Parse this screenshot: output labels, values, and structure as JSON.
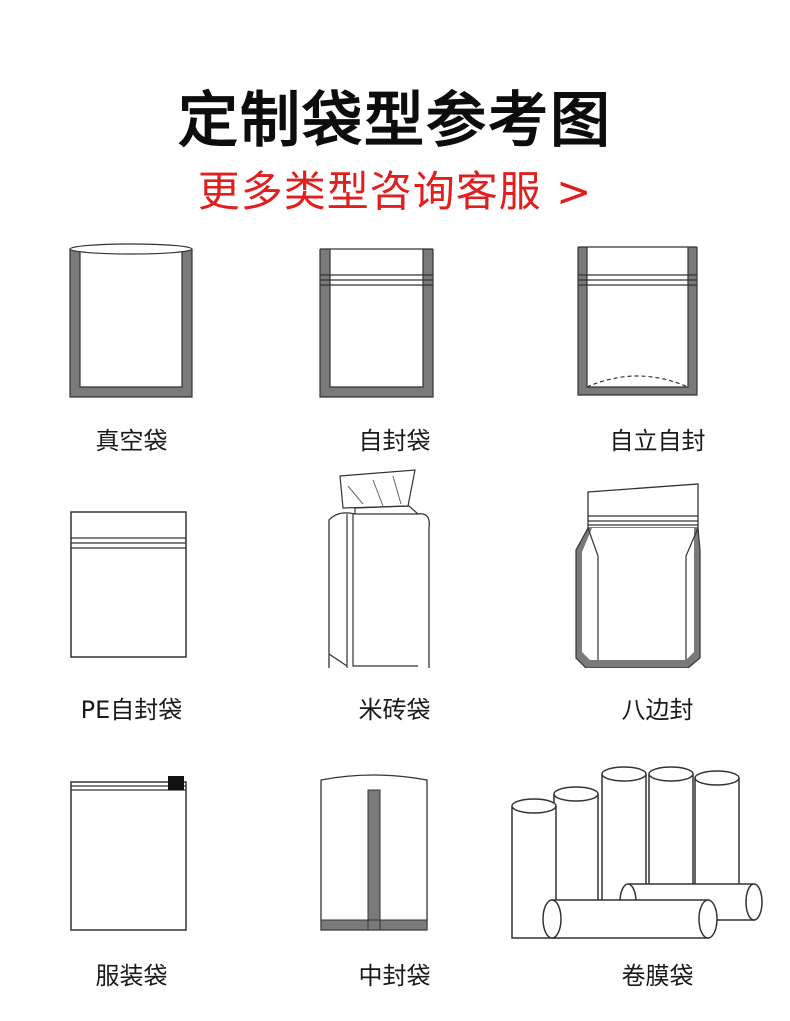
{
  "header": {
    "title": "定制袋型参考图",
    "subtitle": "更多类型咨询客服 >"
  },
  "bags": [
    {
      "label": "真空袋",
      "icon": "vacuum-bag-icon"
    },
    {
      "label": "自封袋",
      "icon": "ziplock-bag-icon"
    },
    {
      "label": "自立自封",
      "icon": "stand-up-ziplock-bag-icon"
    },
    {
      "label": "PE自封袋",
      "icon": "pe-ziplock-bag-icon"
    },
    {
      "label": "米砖袋",
      "icon": "rice-brick-bag-icon"
    },
    {
      "label": "八边封",
      "icon": "eight-side-seal-bag-icon"
    },
    {
      "label": "服装袋",
      "icon": "clothing-bag-icon"
    },
    {
      "label": "中封袋",
      "icon": "center-seal-bag-icon"
    },
    {
      "label": "卷膜袋",
      "icon": "roll-film-icon"
    }
  ],
  "colors": {
    "title": "#0d0d0d",
    "subtitle": "#e21f1f",
    "seal_gray": "#7a7a7a",
    "outline": "#333333"
  }
}
